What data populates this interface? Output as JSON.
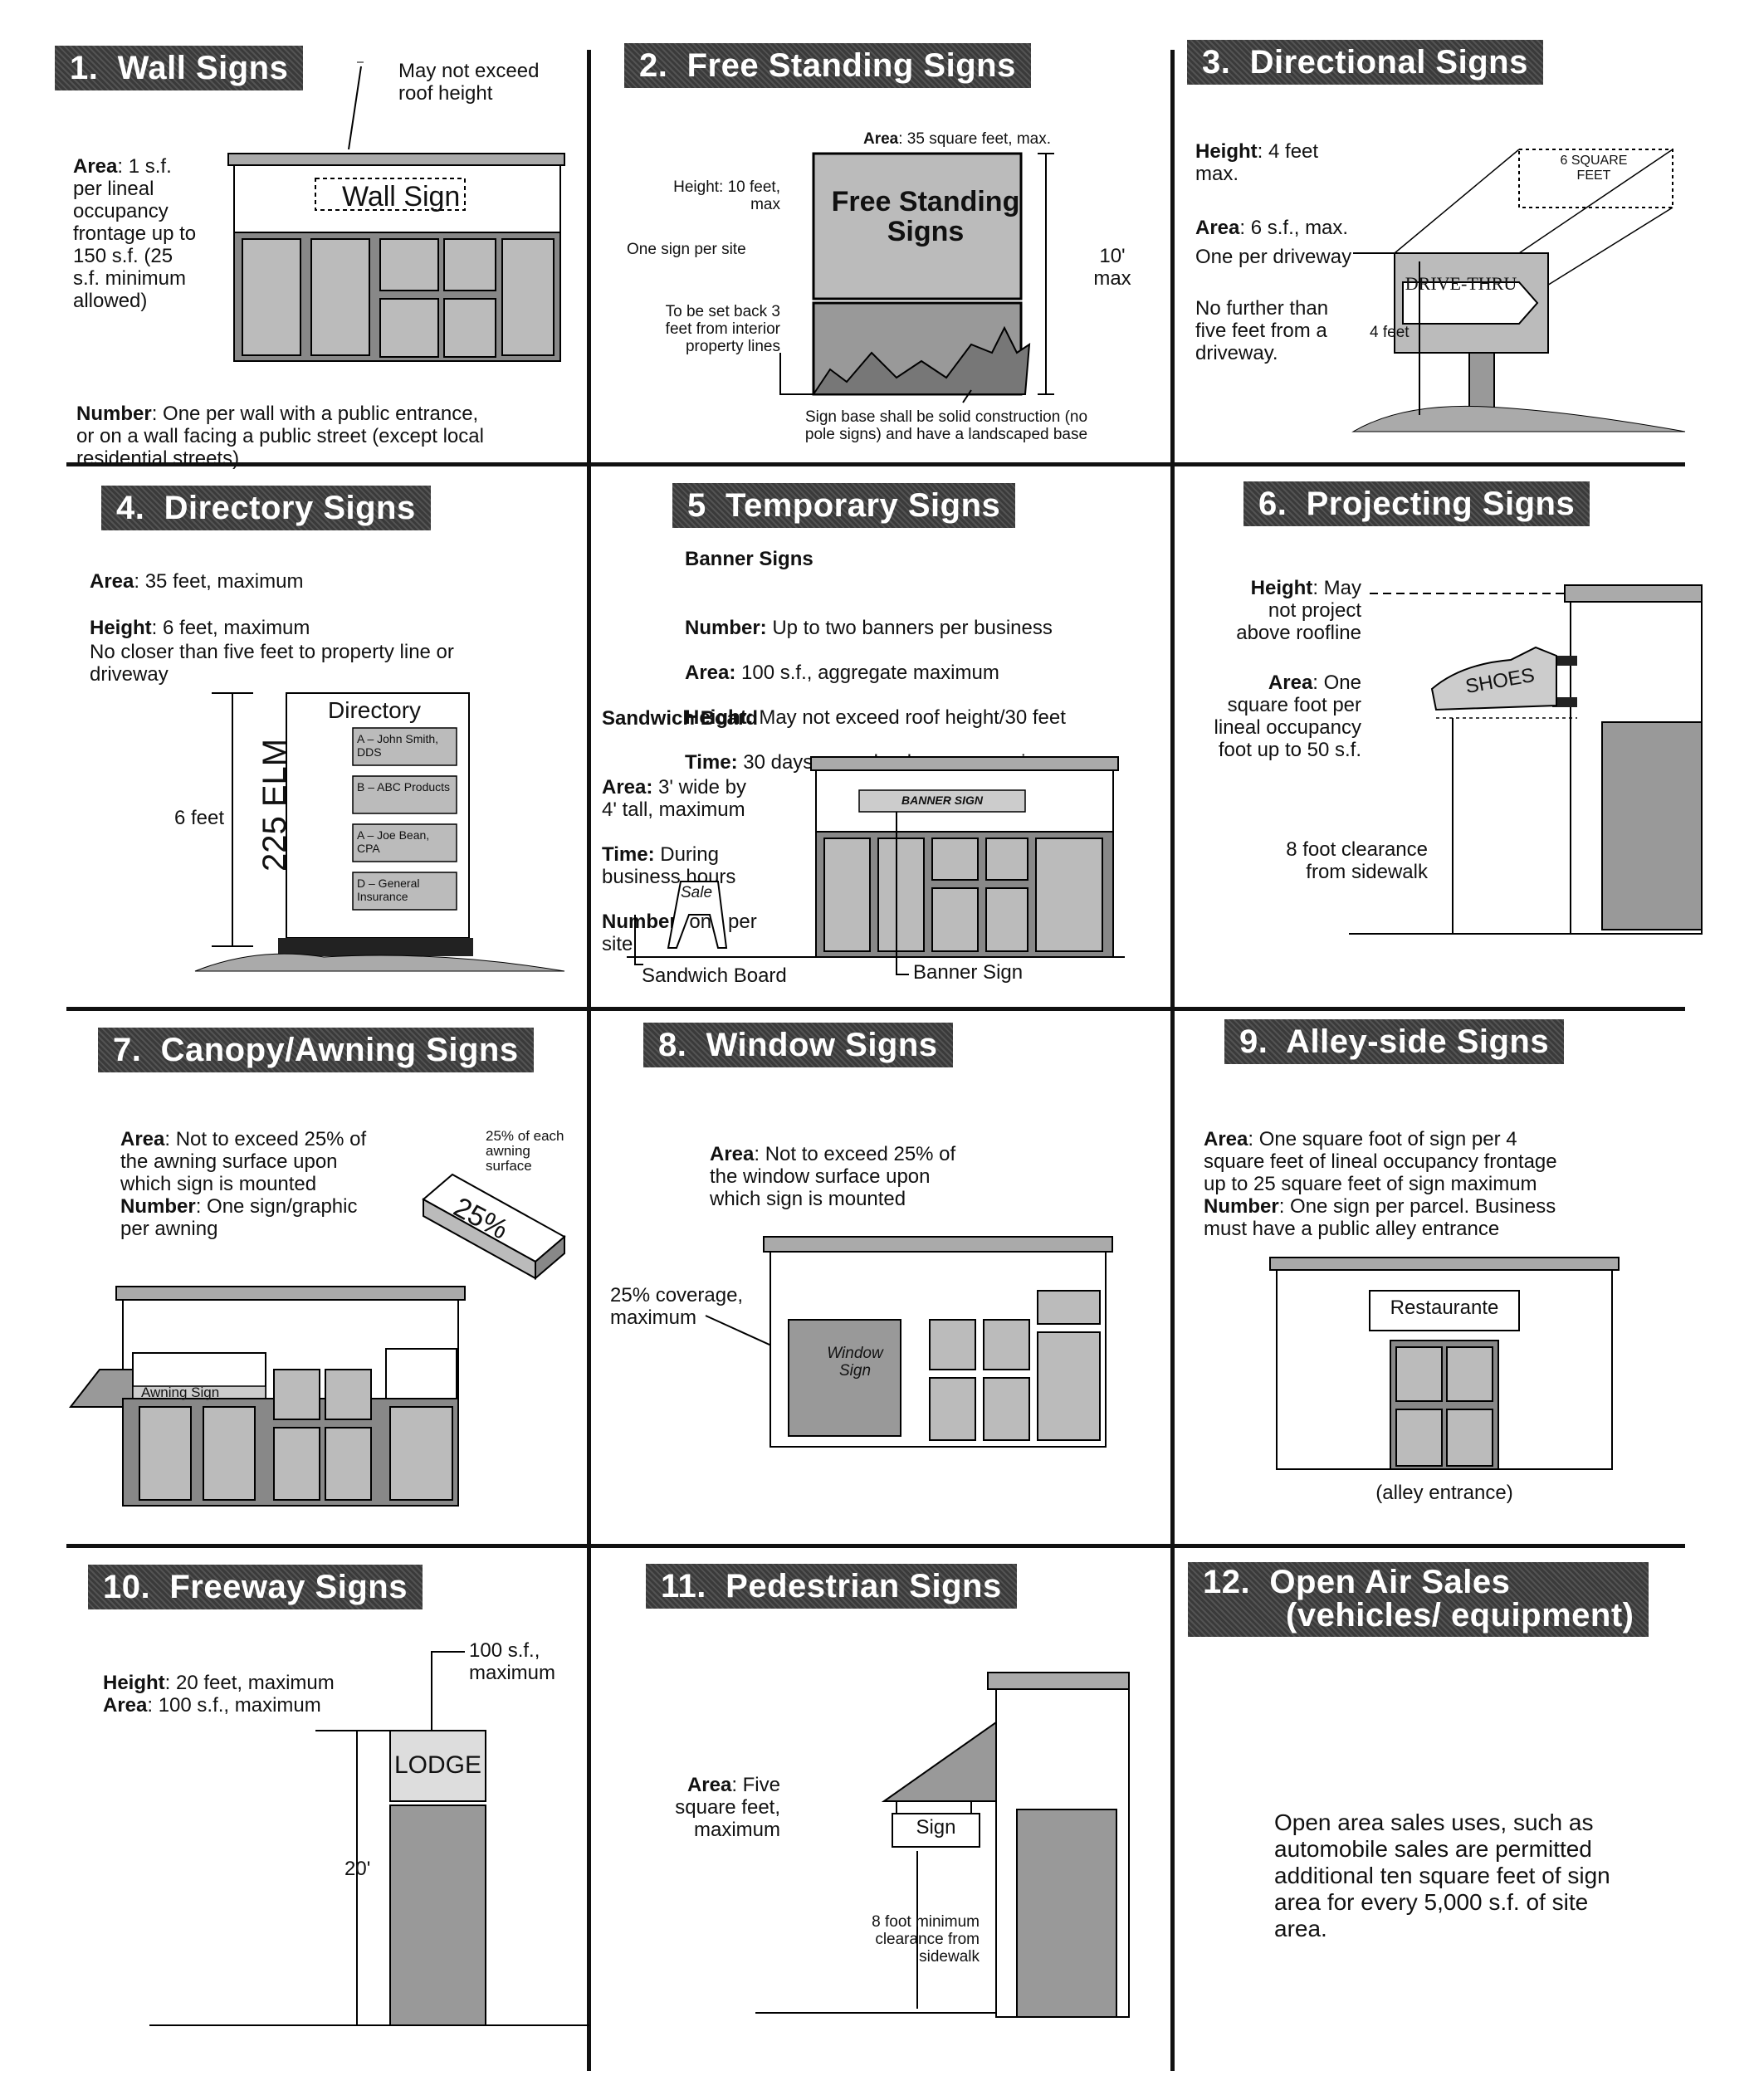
{
  "panels": [
    {
      "number": "1.",
      "title": "Wall Signs",
      "note_roof": "May not exceed\nroof height",
      "area_label": "Area",
      "area_text": ": 1 s.f.\nper lineal\noccupancy\nfrontage up to\n150 s.f. (25\ns.f. minimum\nallowed)",
      "sign_text": "Wall Sign",
      "number_label": "Number",
      "number_text": ": One per wall with a public entrance,\nor on a wall facing a public street (except local\nresidential streets)."
    },
    {
      "number": "2.",
      "title": "Free Standing Signs",
      "area_label": "Area",
      "area_text": ": 35 square feet, max.",
      "height_text": "Height: 10 feet,\nmax",
      "one_sign": "One sign per site",
      "setback": "To be set back 3\nfeet from interior\nproperty lines",
      "sign_text": "Free Standing\nSigns",
      "dim": "10'\nmax",
      "base_note": "Sign base shall be solid construction (no\npole signs) and have a landscaped base"
    },
    {
      "number": "3.",
      "title": "Directional Signs",
      "height_label": "Height",
      "height_text": ": 4 feet\nmax.",
      "area_label": "Area",
      "area_text": ": 6 s.f., max.",
      "one_per": "One per driveway",
      "further": "No further than\nfive feet from a\ndriveway.",
      "box_text": "6 SQUARE\nFEET",
      "sign_text": "DRIVE-THRU",
      "dim": "4 feet"
    },
    {
      "number": "4.",
      "title": "Directory Signs",
      "area_label": "Area",
      "area_text": ": 35 feet, maximum",
      "height_label": "Height",
      "height_text": ": 6 feet, maximum",
      "closer": "No closer than five feet to property line or\ndriveway",
      "dim": "6 feet",
      "directory_title": "Directory",
      "address": "225 ELM",
      "entries": [
        "A – John Smith, DDS",
        "B – ABC Products",
        "A – Joe Bean, CPA",
        "D – General Insurance"
      ]
    },
    {
      "number": "5",
      "title": "Temporary Signs",
      "banner_heading": "Banner Signs",
      "banner_lines": [
        {
          "label": "Number:",
          "text": " Up to two banners per business"
        },
        {
          "label": "Area:",
          "text": " 100 s.f., aggregate maximum"
        },
        {
          "label": "Height:",
          "text": " May not exceed roof height/30 feet"
        },
        {
          "label": "Time:",
          "text": " 30 days per calendar year, maximum"
        }
      ],
      "sandwich_heading": "Sandwich Board",
      "sandwich_lines": [
        {
          "label": "Area:",
          "text": " 3' wide by\n4' tall, maximum"
        },
        {
          "label": "Time:",
          "text": " During\nbusiness hours"
        },
        {
          "label": "Number:",
          "text": " one per\nsite"
        }
      ],
      "sale_text": "Sale",
      "banner_sign_text": "BANNER SIGN",
      "label_sandwich": "Sandwich Board",
      "label_banner": "Banner Sign"
    },
    {
      "number": "6.",
      "title": "Projecting Signs",
      "height_label": "Height",
      "height_text": ": May\nnot project\nabove roofline",
      "area_label": "Area",
      "area_text": ": One\nsquare foot per\nlineal occupancy\nfoot up to 50 s.f.",
      "sign_text": "SHOES",
      "clearance": "8 foot clearance\nfrom sidewalk"
    },
    {
      "number": "7.",
      "title": "Canopy/Awning Signs",
      "area_label": "Area",
      "area_text": ": Not to exceed 25% of\nthe awning surface upon\nwhich sign is mounted",
      "number_label": "Number",
      "number_text": ": One sign/graphic\nper awning",
      "callout": "25% of each\nawning\nsurface",
      "pct": "25%",
      "sign_text": "Awning Sign"
    },
    {
      "number": "8.",
      "title": "Window Signs",
      "area_label": "Area",
      "area_text": ": Not to exceed 25% of\nthe window surface upon\nwhich sign is mounted",
      "coverage": "25% coverage,\nmaximum",
      "sign_text": "Window\nSign"
    },
    {
      "number": "9.",
      "title": "Alley-side Signs",
      "area_label": "Area",
      "area_text": ": One square foot of sign per 4\nsquare feet of lineal occupancy frontage\nup to 25 square feet of sign maximum",
      "number_label": "Number",
      "number_text": ": One sign per parcel. Business\nmust have a public alley entrance",
      "sign_text": "Restaurante",
      "caption": "(alley entrance)"
    },
    {
      "number": "10.",
      "title": "Freeway Signs",
      "height_label": "Height",
      "height_text": ": 20 feet, maximum",
      "area_label": "Area",
      "area_text": ": 100 s.f., maximum",
      "callout": "100 s.f.,\nmaximum",
      "sign_text": "LODGE",
      "dim": "20'"
    },
    {
      "number": "11.",
      "title": "Pedestrian Signs",
      "area_label": "Area",
      "area_text": ": Five\nsquare feet,\nmaximum",
      "sign_text": "Sign",
      "clearance": "8 foot minimum\nclearance from\nsidewalk"
    },
    {
      "number": "12.",
      "title_line1": "Open Air Sales",
      "title_line2": "(vehicles/ equipment)",
      "body": "Open area sales uses, such as\nautomobile sales are permitted\nadditional ten square feet of sign\narea for every 5,000 s.f. of site\narea."
    }
  ]
}
